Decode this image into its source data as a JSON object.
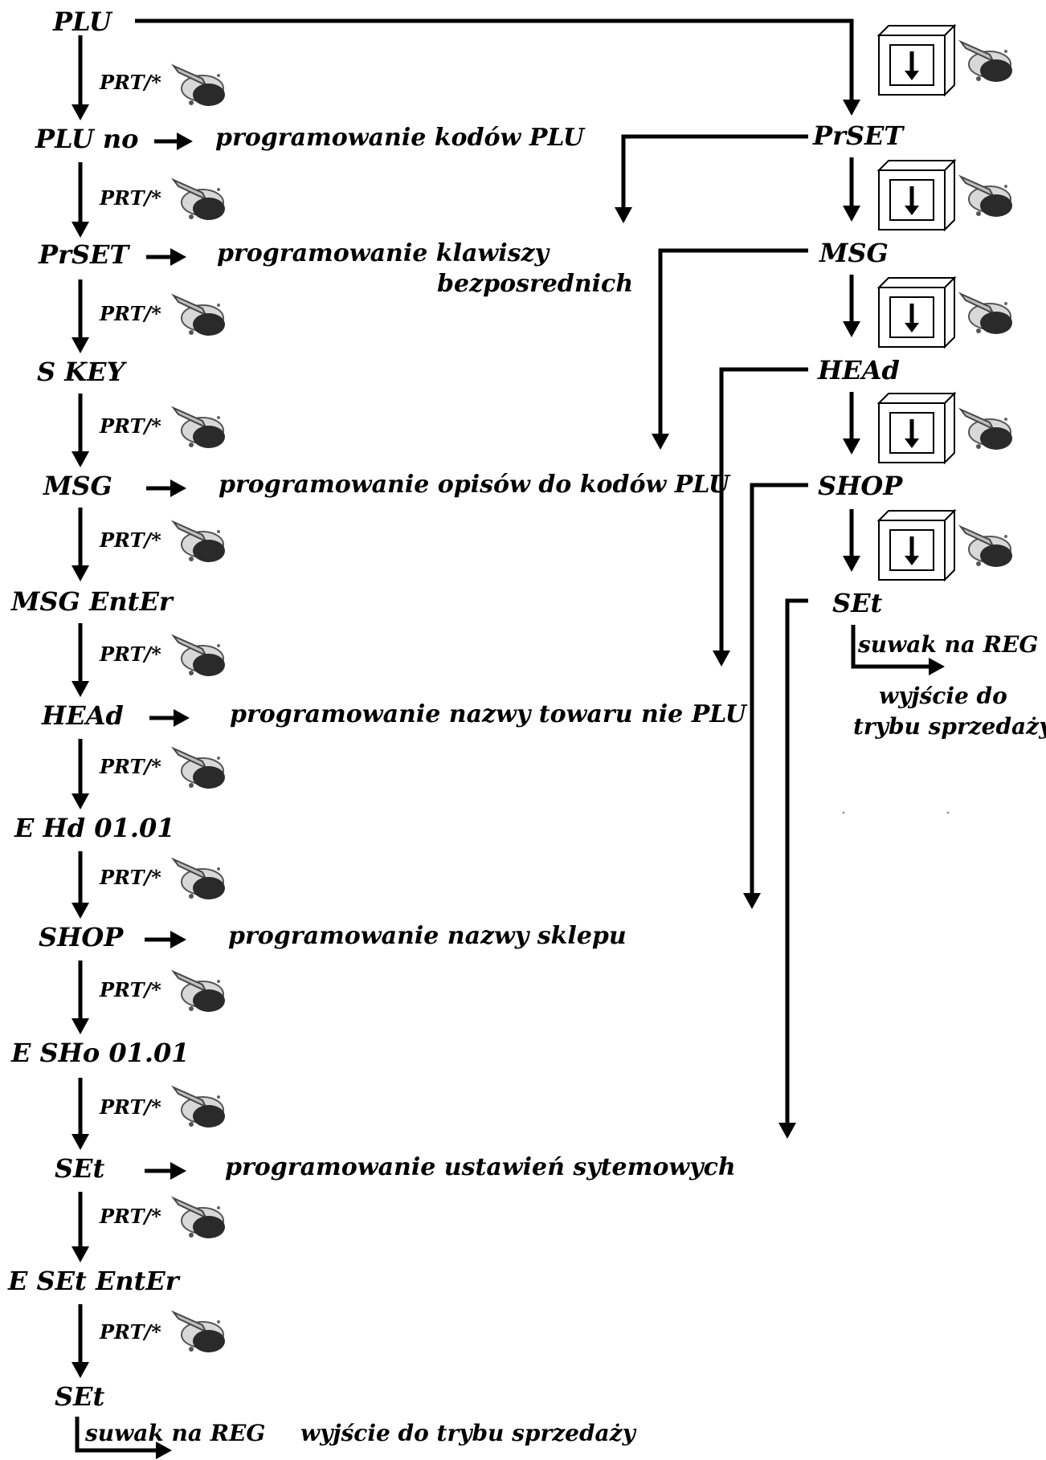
{
  "diagram": {
    "left_chain": [
      {
        "id": "plu",
        "label": "PLU",
        "description": ""
      },
      {
        "id": "plu-no",
        "label": "PLU no",
        "description": "programowanie kodów PLU"
      },
      {
        "id": "prset",
        "label": "PrSET",
        "description": "programowanie klawiszy",
        "description_2": "bezposrednich"
      },
      {
        "id": "s-key",
        "label": "S KEY",
        "description": ""
      },
      {
        "id": "msg",
        "label": "MSG",
        "description": "programowanie opisów do kodów PLU"
      },
      {
        "id": "msg-enter",
        "label": "MSG EntEr",
        "description": ""
      },
      {
        "id": "head",
        "label": "HEAd",
        "description": "programowanie nazwy towaru nie PLU"
      },
      {
        "id": "e-hd",
        "label": "E Hd 01.01",
        "description": ""
      },
      {
        "id": "shop",
        "label": "SHOP",
        "description": "programowanie nazwy sklepu"
      },
      {
        "id": "e-sho",
        "label": "E SHo 01.01",
        "description": ""
      },
      {
        "id": "set",
        "label": "SEt",
        "description": "programowanie ustawień sytemowych"
      },
      {
        "id": "e-set-enter",
        "label": "E SEt EntEr",
        "description": ""
      },
      {
        "id": "set-final",
        "label": "SEt",
        "description": ""
      }
    ],
    "step_key_label": "PRT/*",
    "right_chain": [
      {
        "id": "r-prset",
        "label": "PrSET"
      },
      {
        "id": "r-msg",
        "label": "MSG"
      },
      {
        "id": "r-head",
        "label": "HEAd"
      },
      {
        "id": "r-shop",
        "label": "SHOP"
      },
      {
        "id": "r-set",
        "label": "SEt"
      }
    ],
    "right_exit": {
      "action": "suwak na REG",
      "result_line1": "wyjście do",
      "result_line2": "trybu sprzedaży"
    },
    "left_exit": {
      "action": "suwak na REG",
      "result": "wyjście do trybu sprzedaży"
    },
    "icons": {
      "hand": "pointing-hand-icon",
      "down_key": "down-arrow-key-icon"
    }
  }
}
